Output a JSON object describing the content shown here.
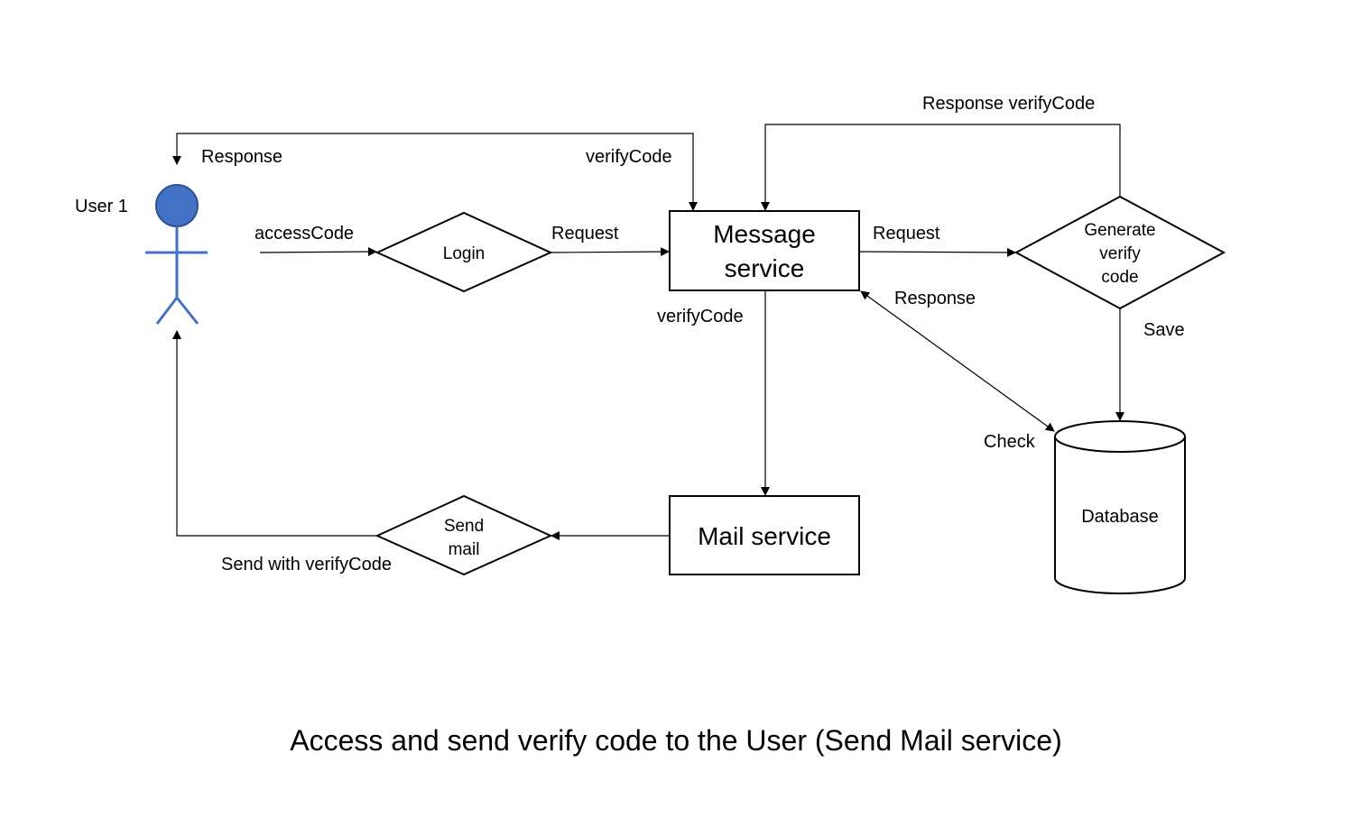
{
  "diagram": {
    "caption": "Access and send verify code to the User (Send Mail service)",
    "actor": {
      "label": "User 1",
      "color": "#4472C4",
      "head_fill": "#4472C4",
      "head_stroke": "#2F528F"
    },
    "nodes": {
      "login": {
        "label": [
          "Login"
        ]
      },
      "message_service": {
        "label": [
          "Message",
          "service"
        ]
      },
      "generate_verify_code": {
        "label": [
          "Generate",
          "verify",
          "code"
        ]
      },
      "mail_service": {
        "label": [
          "Mail service"
        ]
      },
      "send_mail": {
        "label": [
          "Send",
          "mail"
        ]
      },
      "database": {
        "label": [
          "Database"
        ]
      }
    },
    "edges": [
      {
        "from": "user-1",
        "to": "login",
        "label": "accessCode"
      },
      {
        "from": "login",
        "to": "message-service",
        "label": "Request"
      },
      {
        "from": "message-service",
        "to": "generate-verify-code",
        "label": "Request"
      },
      {
        "from": "generate-verify-code",
        "to": "message-service",
        "label": "Response verifyCode"
      },
      {
        "from": "generate-verify-code",
        "to": "database",
        "label": "Save"
      },
      {
        "from": "message-service",
        "to": "database",
        "label": "Check"
      },
      {
        "from": "database",
        "to": "message-service",
        "label": "Response"
      },
      {
        "from": "message-service",
        "to": "mail-service",
        "label": "verifyCode"
      },
      {
        "from": "mail-service",
        "to": "send-mail",
        "label": ""
      },
      {
        "from": "send-mail",
        "to": "user-1",
        "label": "Send with verifyCode"
      },
      {
        "from": "message-service",
        "to": "user-1",
        "label": "Response",
        "label_secondary": "verifyCode"
      }
    ],
    "colors": {
      "line": "#000000",
      "background": "#ffffff"
    }
  }
}
